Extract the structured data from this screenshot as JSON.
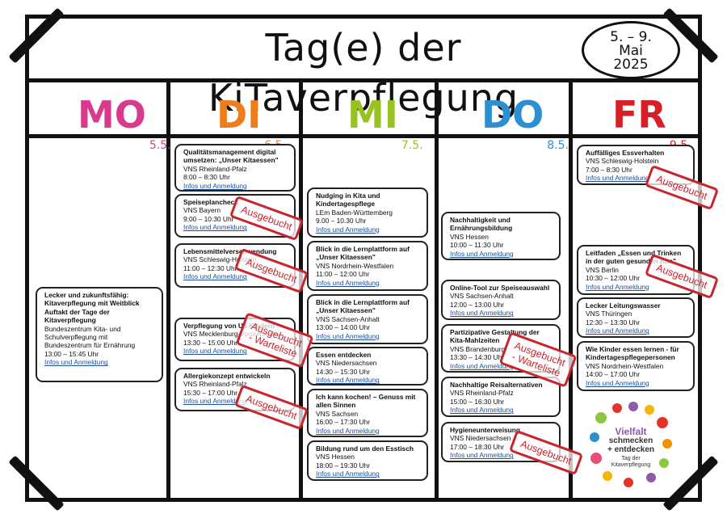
{
  "header": {
    "title": "Tag(e) der KiTaverpflegung",
    "date_lines": [
      "5. – 9.",
      "Mai",
      "2025"
    ]
  },
  "days": [
    {
      "abbr": "MO",
      "date": "5.5.",
      "color": "#d93a8e"
    },
    {
      "abbr": "DI",
      "date": "6.5.",
      "color": "#ee7d1c"
    },
    {
      "abbr": "MI",
      "date": "7.5.",
      "color": "#98c21f"
    },
    {
      "abbr": "DO",
      "date": "8.5.",
      "color": "#2b8fd0"
    },
    {
      "abbr": "FR",
      "date": "9.5.",
      "color": "#d71f27"
    }
  ],
  "link_label": "Infos und Anmeldung",
  "events": {
    "mo": [
      {
        "title": [
          "Lecker und zukunftsfähig:",
          "Kitaverpflegung mit Weitblick",
          "Auftakt der Tage der",
          "Kitaverpflegung"
        ],
        "lines": [
          "Bundeszentrum Kita- und",
          "Schulverpflegung mit",
          "Bundeszentrum für Ernährung",
          "13:00 – 15:45 Uhr"
        ]
      }
    ],
    "di": [
      {
        "title": [
          "Qualitätsmanagement digital",
          "umsetzen: „Unser Kitaessen\""
        ],
        "lines": [
          "VNS Rheinland-Pfalz",
          "8:00 – 8:30 Uhr"
        ]
      },
      {
        "title": [
          "Speiseplancheck"
        ],
        "lines": [
          "VNS Bayern",
          "9:00 – 10:30 Uhr"
        ]
      },
      {
        "title": [
          "Lebensmittelverschwendung"
        ],
        "lines": [
          "VNS Schleswig-Holstein",
          "11:00 – 12:30 Uhr"
        ]
      },
      {
        "title": [
          "Verpflegung von U3-Kindern"
        ],
        "lines": [
          "VNS Mecklenburg-Vorpommern",
          "13:30 – 15:00 Uhr"
        ]
      },
      {
        "title": [
          "Allergiekonzept entwickeln"
        ],
        "lines": [
          "VNS Rheinland-Pfalz",
          "15:30 – 17:00 Uhr"
        ]
      }
    ],
    "mi": [
      {
        "title": [
          "Nudging in Kita und",
          "Kindertagespflege"
        ],
        "lines": [
          "LEm Baden-Württemberg",
          "9.00 – 10.30 Uhr"
        ]
      },
      {
        "title": [
          "Blick in die Lernplattform auf",
          "„Unser Kitaessen\""
        ],
        "lines": [
          "VNS Nordrhein-Westfalen",
          "11:00 – 12:00 Uhr"
        ]
      },
      {
        "title": [
          "Blick in die Lernplattform auf",
          "„Unser Kitaessen\""
        ],
        "lines": [
          "VNS Sachsen-Anhalt",
          "13:00 – 14:00 Uhr"
        ]
      },
      {
        "title": [
          "Essen entdecken"
        ],
        "lines": [
          "VNS Niedersachsen",
          "14:30 – 15:30 Uhr"
        ]
      },
      {
        "title": [
          "Ich kann kochen! – Genuss mit",
          "allen Sinnen"
        ],
        "lines": [
          "VNS Sachsen",
          "16:00 – 17:30 Uhr"
        ]
      },
      {
        "title": [
          "Bildung rund um den Esstisch"
        ],
        "lines": [
          "VNS Hessen",
          "18:00 – 19:30 Uhr"
        ]
      }
    ],
    "do": [
      {
        "title": [
          "Nachhaltigkeit und",
          "Ernährungsbildung"
        ],
        "lines": [
          "VNS Hessen",
          "10:00 – 11:30 Uhr"
        ]
      },
      {
        "title": [
          "Online-Tool zur Speiseauswahl"
        ],
        "lines": [
          "VNS Sachsen-Anhalt",
          "12:00 – 13:00 Uhr"
        ]
      },
      {
        "title": [
          "Partizipative Gestaltung der",
          "Kita-Mahlzeiten"
        ],
        "lines": [
          "VNS Brandenburg",
          "13:30 – 14:30 Uhr"
        ]
      },
      {
        "title": [
          "Nachhaltige Reisalternativen"
        ],
        "lines": [
          "VNS Rheinland-Pfalz",
          "15:00 – 16:30 Uhr"
        ]
      },
      {
        "title": [
          "Hygieneunterweisung"
        ],
        "lines": [
          "VNS Niedersachsen",
          "17:00 – 18:30 Uhr"
        ]
      }
    ],
    "fr": [
      {
        "title": [
          "Auffälliges Essverhalten"
        ],
        "lines": [
          "VNS Schleswig-Holstein",
          "7:00 – 8:30 Uhr"
        ]
      },
      {
        "title": [
          "Leitfaden „Essen und Trinken",
          "in der guten gesunden Kita\""
        ],
        "lines": [
          "VNS Berlin",
          "10:30 – 12:00 Uhr"
        ]
      },
      {
        "title": [
          "Lecker Leitungswasser"
        ],
        "lines": [
          "VNS Thüringen",
          "12:30 – 13:30 Uhr"
        ]
      },
      {
        "title": [
          "Wie Kinder essen lernen - für",
          "Kindertagespflegepersonen"
        ],
        "lines": [
          "VNS Nordrhein-Westfalen",
          "14:00 – 17:00 Uhr"
        ]
      }
    ]
  },
  "stamps": {
    "booked": [
      "Ausgebucht"
    ],
    "waitlist": [
      "Ausgebucht",
      "- Warteliste"
    ]
  },
  "logo": {
    "line1": "Vielfalt",
    "line2": "schmecken",
    "line3": "+ entdecken",
    "line4": "Tag der",
    "line5": "Kitaverpflegung"
  },
  "colors": {
    "stamp": "#c8262e",
    "link": "#1d4f9a"
  }
}
